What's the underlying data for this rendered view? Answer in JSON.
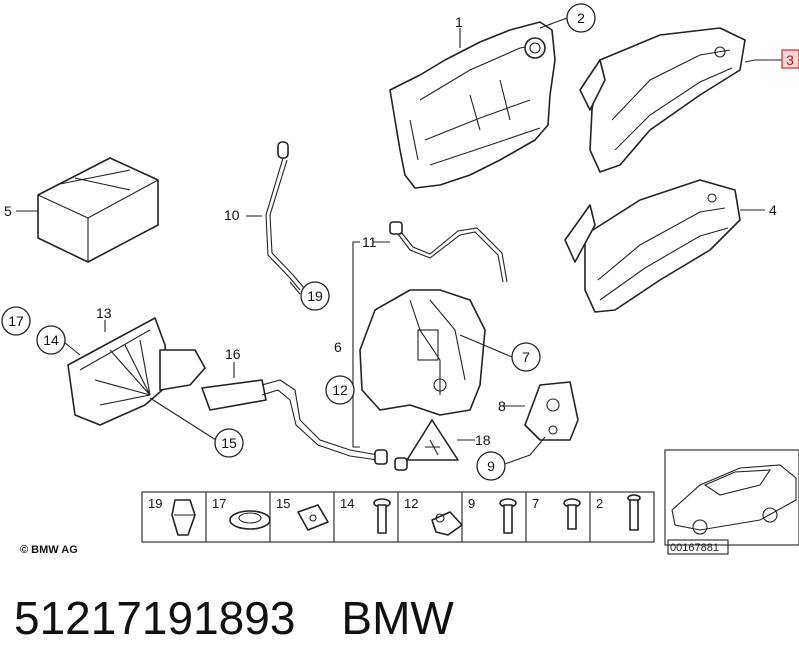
{
  "diagram": {
    "callouts": [
      "1",
      "2",
      "3",
      "4",
      "5",
      "6",
      "7",
      "8",
      "9",
      "10",
      "11",
      "12",
      "13",
      "14",
      "15",
      "16",
      "17",
      "18",
      "19"
    ],
    "highlighted_callout": "3",
    "parts_strip": [
      "19",
      "17",
      "15",
      "14",
      "12",
      "9",
      "7",
      "2"
    ],
    "copyright": "© BMW AG",
    "diagram_number": "00167881"
  },
  "footer": {
    "part_number": "51217191893",
    "brand": "BMW"
  }
}
